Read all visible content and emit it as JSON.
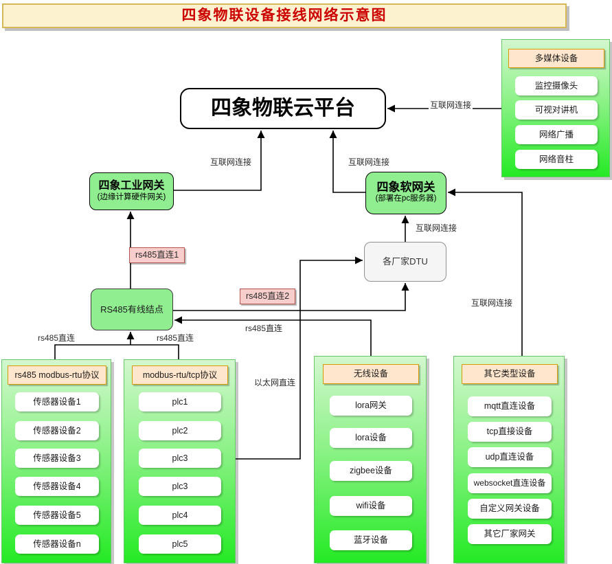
{
  "title": "四象物联设备接线网络示意图",
  "nodes": {
    "cloud": {
      "label": "四象物联云平台"
    },
    "industrial_gateway": {
      "title": "四象工业网关",
      "subtitle": "(边缘计算硬件网关)"
    },
    "soft_gateway": {
      "title": "四象软网关",
      "subtitle": "(部署在pc服务器)"
    },
    "dtu": {
      "label": "各厂家DTU"
    },
    "rs485_node": {
      "label": "RS485有线结点"
    }
  },
  "groups": [
    {
      "header": "多媒体设备",
      "items": [
        "监控摄像头",
        "可视对讲机",
        "网络广播",
        "网络音柱"
      ]
    },
    {
      "header": "rs485 modbus-rtu协议",
      "items": [
        "传感器设备1",
        "传感器设备2",
        "传感器设备3",
        "传感器设备4",
        "传感器设备5",
        "传感器设备n"
      ]
    },
    {
      "header": "modbus-rtu/tcp协议",
      "items": [
        "plc1",
        "plc2",
        "plc3",
        "plc3",
        "plc4",
        "plc5"
      ]
    },
    {
      "header": "无线设备",
      "items": [
        "lora网关",
        "lora设备",
        "zigbee设备",
        "wifi设备",
        "蓝牙设备"
      ]
    },
    {
      "header": "其它类型设备",
      "items": [
        "mqtt直连设备",
        "tcp直接设备",
        "udp直连设备",
        "websocket直连设备",
        "自定义网关设备",
        "其它厂家网关"
      ]
    }
  ],
  "labels": {
    "internet": "互联网连接",
    "rs485_1": "rs485直连1",
    "rs485_2": "rs485直连2",
    "rs485_direct": "rs485直连",
    "ethernet": "以太网直连"
  },
  "colors": {
    "title_bg": "#fdf2cf",
    "title_border": "#d6b656",
    "title_text": "#cc0000",
    "group_gradient_top": "#d3f7cf",
    "group_gradient_bottom": "#24ea24",
    "group_border": "#67c667",
    "header_bg": "#ffe6cc",
    "header_border": "#d79b00",
    "node_green": "#90ee90",
    "dtu_gray": "#f5f5f5",
    "pink_bg": "#f8cecc",
    "pink_border": "#b85450"
  }
}
